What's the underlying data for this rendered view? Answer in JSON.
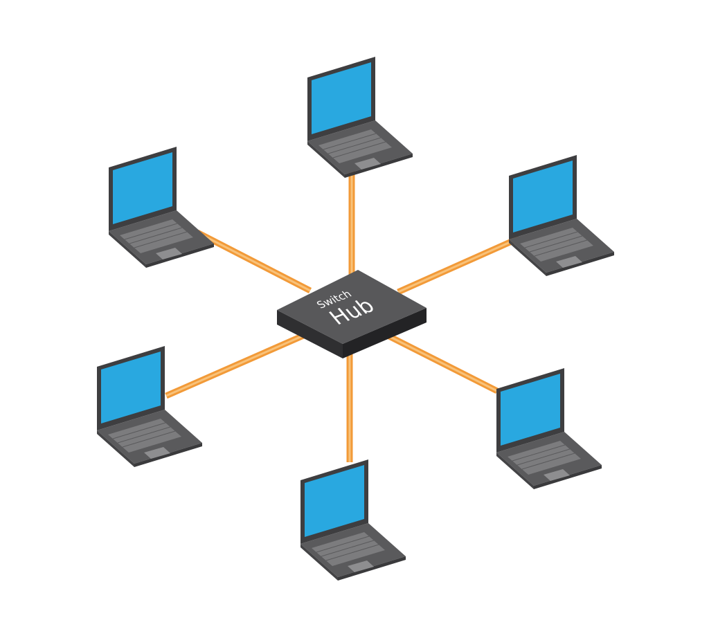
{
  "diagram": {
    "topology": "star",
    "hub": {
      "line1": "Switch",
      "line2": "Hub"
    },
    "nodes": [
      {
        "name": "laptop-top",
        "device": "laptop"
      },
      {
        "name": "laptop-upper-right",
        "device": "laptop"
      },
      {
        "name": "laptop-lower-right",
        "device": "laptop"
      },
      {
        "name": "laptop-bottom",
        "device": "laptop"
      },
      {
        "name": "laptop-lower-left",
        "device": "laptop"
      },
      {
        "name": "laptop-upper-left",
        "device": "laptop"
      }
    ],
    "colors": {
      "cable": "#f29a38",
      "cable_highlight": "#f8c27a",
      "screen": "#29a8e0",
      "laptop_body": "#5a5a5c",
      "laptop_dark": "#3e3e40",
      "keyboard": "#8a8a8c",
      "hub_top": "#555557",
      "hub_side": "#2f2f31",
      "background": "#ffffff"
    }
  }
}
